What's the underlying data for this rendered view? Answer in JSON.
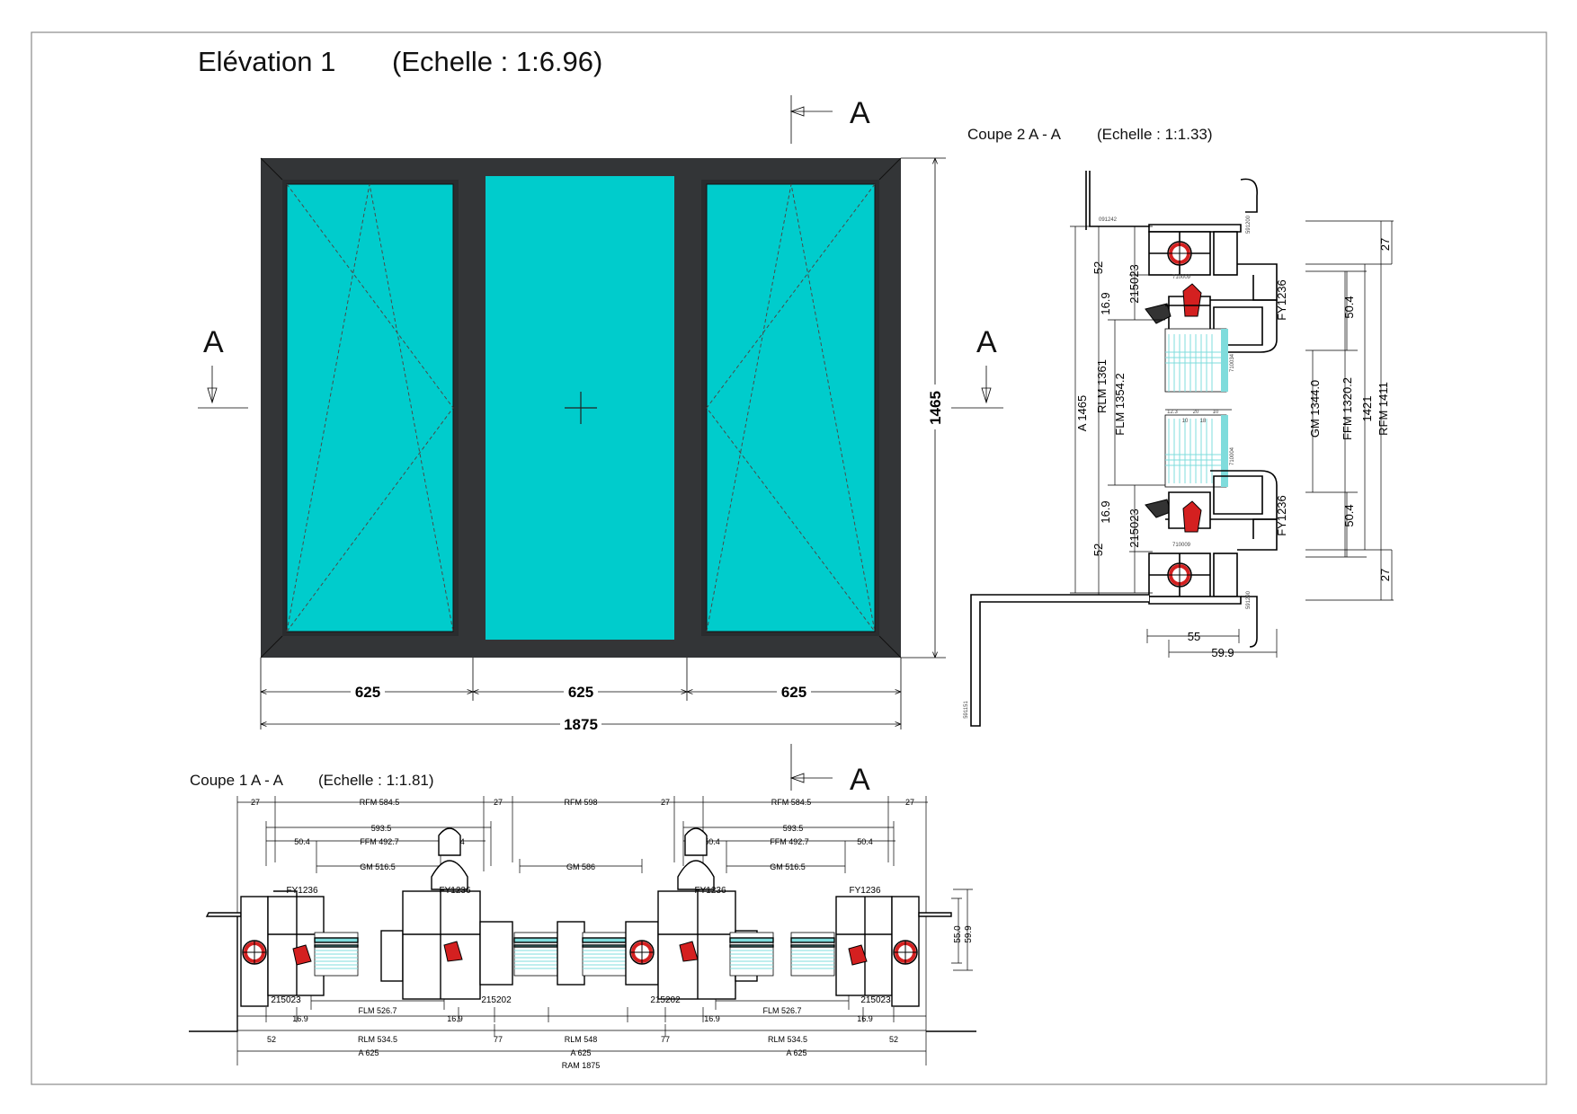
{
  "elevation": {
    "title": "Elévation 1",
    "scale": "(Echelle : 1:6.96)",
    "section_letter": "A",
    "dims": {
      "w1": "625",
      "w2": "625",
      "w3": "625",
      "total": "1875",
      "height": "1465"
    }
  },
  "coupe2": {
    "title": "Coupe 2  A - A",
    "scale": "(Echelle : 1:1.33)",
    "labels": {
      "a1465": "A 1465",
      "rlm": "RLM 1361",
      "flm": "FLM 1354.2",
      "d52_top": "52",
      "d52_bot": "52",
      "d169_top": "16.9",
      "d169_bot": "16.9",
      "p215023_top": "215023",
      "p215023_bot": "215023",
      "fy_top": "FY1236",
      "fy_bot": "FY1236",
      "gm": "GM 1344.0",
      "ffm": "FFM 1320.2",
      "r1421": "1421",
      "rfm": "RFM 1411",
      "d27_top": "27",
      "d27_bot": "27",
      "d504_top": "50.4",
      "d504_bot": "50.4",
      "d55": "55",
      "d599": "59.9",
      "c091242": "091242",
      "c591200": "591200",
      "c591290": "591290",
      "c591151": "591151",
      "c710009_top": "710009",
      "c710009_bot": "710009",
      "c710034": "710034",
      "c710004": "710004",
      "g123": "12.3",
      "g20": "20",
      "g10a": "10",
      "g18": "18",
      "g10b": "10"
    }
  },
  "coupe1": {
    "title": "Coupe 1  A - A",
    "scale": "(Echelle : 1:1.81)",
    "top_row1": [
      "27",
      "RFM 584.5",
      "27",
      "RFM 598",
      "27",
      "RFM 584.5",
      "27"
    ],
    "top_row2": [
      "593.5",
      "593.5"
    ],
    "top_row3": [
      "50.4",
      "FFM 492.7",
      "50.4",
      "50.4",
      "FFM 492.7",
      "50.4"
    ],
    "top_row4": [
      "GM 516.5",
      "GM 586",
      "GM 516.5"
    ],
    "fy_labels": [
      "FY1236",
      "FY1236",
      "FY1236",
      "FY1236"
    ],
    "profile_labels": [
      "215023",
      "215202",
      "215202",
      "215023"
    ],
    "flm_row": [
      "16.9",
      "FLM 526.7",
      "16.9",
      "16.9",
      "FLM 526.7",
      "16.9"
    ],
    "rlm_row": [
      "52",
      "RLM 534.5",
      "77",
      "RLM 548",
      "77",
      "RLM 534.5",
      "52"
    ],
    "a_row": [
      "A 625",
      "A 625",
      "A 625"
    ],
    "ram": "RAM 1875",
    "side_dims": [
      "55.0",
      "59.9"
    ]
  },
  "colors": {
    "frame": "#333537",
    "glass": "#00cccc",
    "gasket": "#d42020",
    "glass_section": "#7fdcdc",
    "line": "#000000"
  }
}
